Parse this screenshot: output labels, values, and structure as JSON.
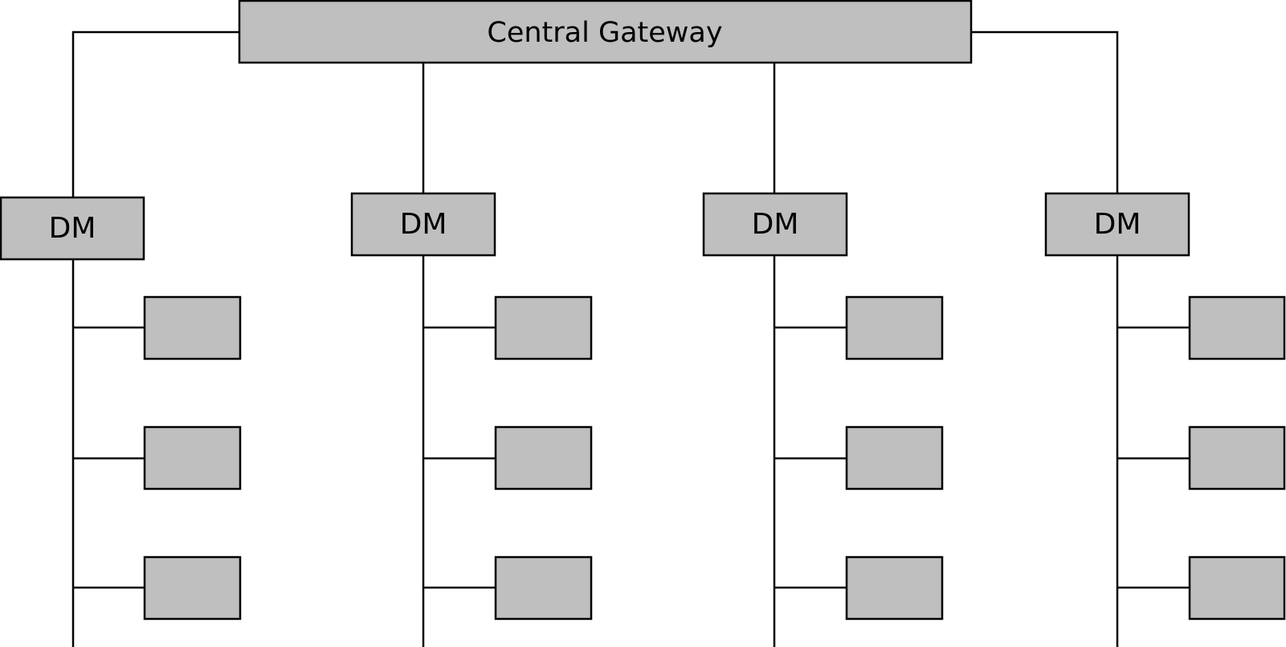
{
  "diagram": {
    "type": "hierarchy",
    "gateway": {
      "label": "Central Gateway"
    },
    "domains": [
      {
        "label": "DM",
        "ecus": 3
      },
      {
        "label": "DM",
        "ecus": 3
      },
      {
        "label": "DM",
        "ecus": 3
      },
      {
        "label": "DM",
        "ecus": 3
      }
    ]
  }
}
